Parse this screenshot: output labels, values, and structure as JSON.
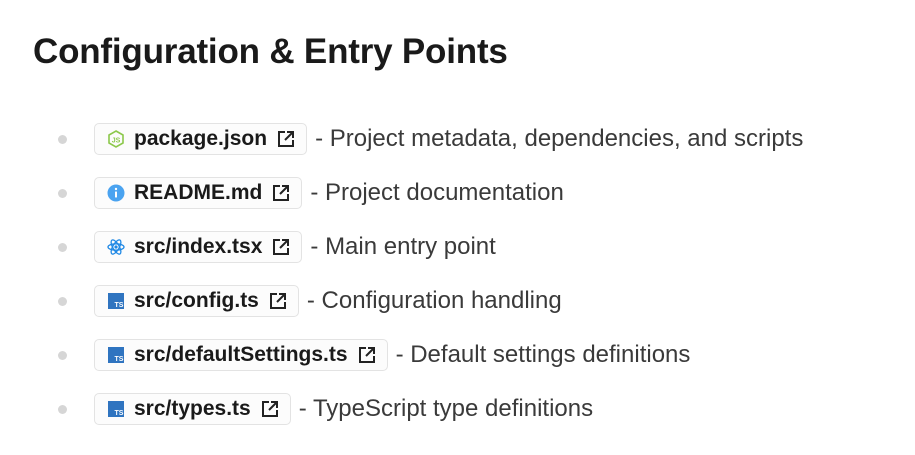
{
  "heading": "Configuration & Entry Points",
  "items": [
    {
      "name": "package.json",
      "icon": "nodejs-icon",
      "desc": "- Project metadata, dependencies, and scripts"
    },
    {
      "name": "README.md",
      "icon": "info-icon",
      "desc": "- Project documentation"
    },
    {
      "name": "src/index.tsx",
      "icon": "react-icon",
      "desc": "- Main entry point"
    },
    {
      "name": "src/config.ts",
      "icon": "typescript-icon",
      "desc": "- Configuration handling"
    },
    {
      "name": "src/defaultSettings.ts",
      "icon": "typescript-icon",
      "desc": "- Default settings definitions"
    },
    {
      "name": "src/types.ts",
      "icon": "typescript-icon",
      "desc": "- TypeScript type definitions"
    }
  ],
  "colors": {
    "nodejs": "#8cc84b",
    "info": "#4aa3f0",
    "react": "#1e88e5",
    "typescript": "#2f74c0",
    "bullet": "#d6d6d6"
  }
}
